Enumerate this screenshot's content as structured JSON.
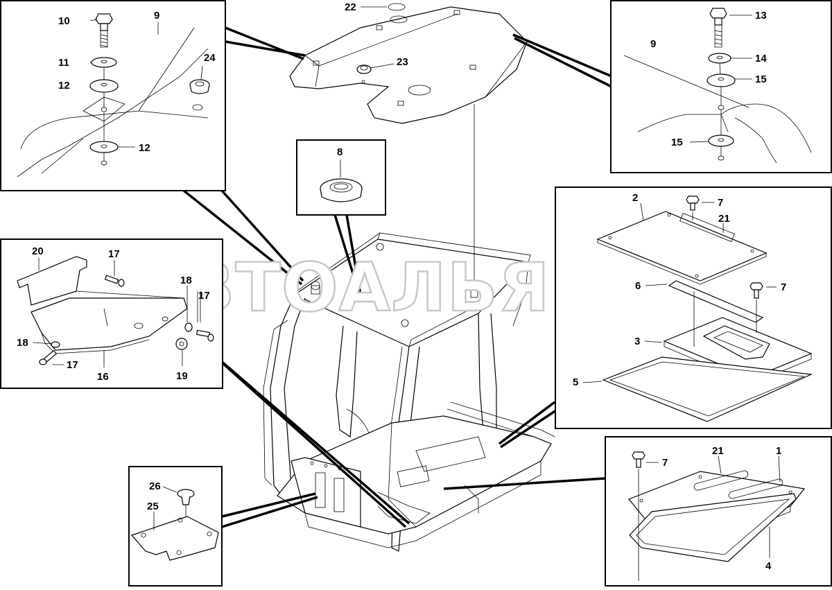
{
  "watermark": "АВТОАЛЬЯНС",
  "callouts": {
    "c1": "1",
    "c2": "2",
    "c3": "3",
    "c4": "4",
    "c5": "5",
    "c6": "6",
    "c7": "7",
    "c8": "8",
    "c9": "9",
    "c10": "10",
    "c11": "11",
    "c12": "12",
    "c13": "13",
    "c14": "14",
    "c15": "15",
    "c16": "16",
    "c17": "17",
    "c18": "18",
    "c19": "19",
    "c20": "20",
    "c21": "21",
    "c22": "22",
    "c23": "23",
    "c24": "24",
    "c25": "25",
    "c26": "26"
  }
}
